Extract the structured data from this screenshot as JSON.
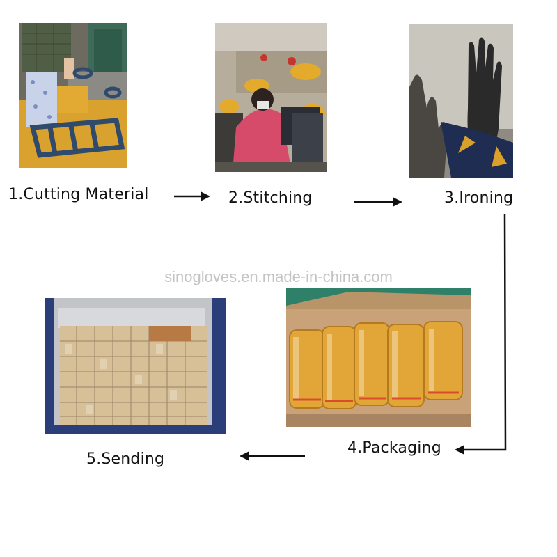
{
  "watermark": "sinogloves.en.made-in-china.com",
  "steps": [
    {
      "label": "1.Cutting Material"
    },
    {
      "label": "2.Stitching"
    },
    {
      "label": "3.Ironing"
    },
    {
      "label": "4.Packaging"
    },
    {
      "label": "5.Sending"
    }
  ],
  "colors": {
    "arrow": "#111111",
    "leather_yellow": "#e9a52c",
    "container_blue": "#2a3f7a",
    "box_beige": "#d7bf97"
  }
}
